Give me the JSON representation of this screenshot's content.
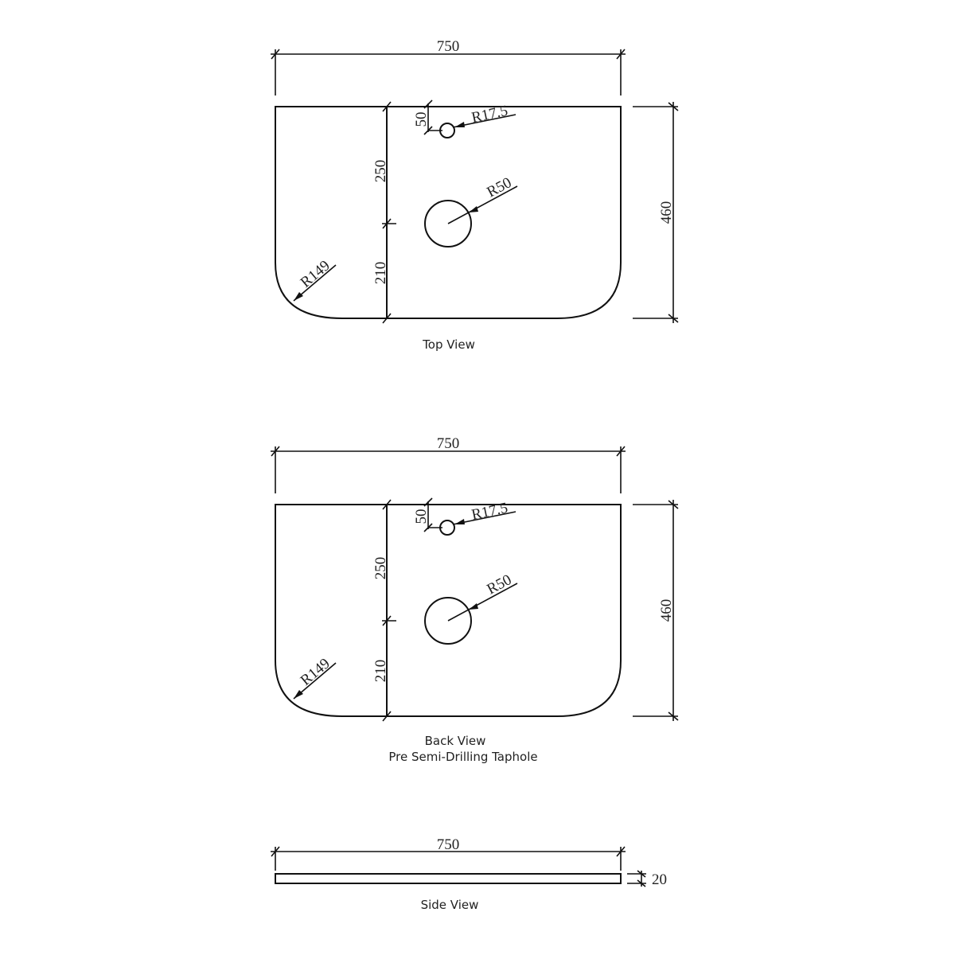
{
  "top_view": {
    "caption": "Top View",
    "width": "750",
    "depth": "460",
    "tap_offset": "50",
    "tap_radius": "R17.5",
    "basin_radius": "R50",
    "basin_back_offset": "250",
    "basin_front_offset": "210",
    "corner_radius": "R149"
  },
  "back_view": {
    "caption_line1": "Back View",
    "caption_line2": "Pre Semi-Drilling Taphole",
    "width": "750",
    "depth": "460",
    "tap_offset": "50",
    "tap_radius": "R17.5",
    "basin_radius": "R50",
    "basin_back_offset": "250",
    "basin_front_offset": "210",
    "corner_radius": "R149"
  },
  "side_view": {
    "caption": "Side View",
    "width": "750",
    "thickness": "20"
  }
}
